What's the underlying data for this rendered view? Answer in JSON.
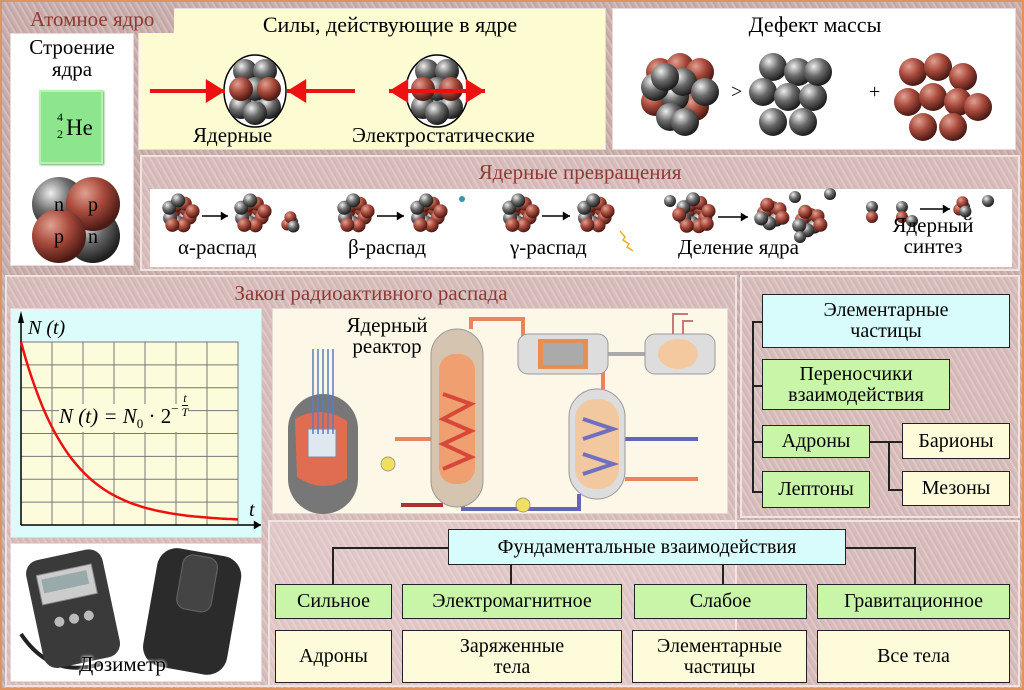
{
  "atomic_nucleus": {
    "title": "Атомное ядро",
    "structure": {
      "label": "Строение ядра",
      "element": "He",
      "mass_number": "4",
      "atomic_number": "2",
      "nucleons": [
        "n",
        "p",
        "p",
        "n"
      ]
    }
  },
  "forces": {
    "title": "Силы, действующие в ядре",
    "items": [
      {
        "label": "Ядерные"
      },
      {
        "label": "Электростатические"
      }
    ]
  },
  "mass_defect": {
    "title": "Дефект массы",
    "greater": ">",
    "plus": "+"
  },
  "transformations": {
    "title": "Ядерные превращения",
    "items": [
      {
        "label": "α-распад"
      },
      {
        "label": "β-распад"
      },
      {
        "label": "γ-распад"
      },
      {
        "label": "Деление ядра"
      },
      {
        "label": "Ядерный синтез"
      }
    ]
  },
  "decay_law": {
    "title": "Закон радиоактивного распада",
    "y_axis": "N (t)",
    "x_axis": "t",
    "formula": {
      "lhs": "N (t) = N",
      "sub": "0",
      "mid": " · 2",
      "exp_num": "t",
      "exp_den": "T",
      "exp_sign": "−"
    }
  },
  "reactor": {
    "label": "Ядерный реактор"
  },
  "dosimeter": {
    "label": "Дозиметр"
  },
  "particles": {
    "elementary": "Элементарные частицы",
    "carriers": "Переносчики взаимодействия",
    "hadrons": "Адроны",
    "leptons": "Лептоны",
    "baryons": "Барионы",
    "mesons": "Мезоны"
  },
  "fundamental": {
    "title": "Фундаментальные взаимодействия",
    "columns": [
      {
        "type": "Сильное",
        "acts_on": "Адроны"
      },
      {
        "type": "Электромагнитное",
        "acts_on": "Заряженные тела"
      },
      {
        "type": "Слабое",
        "acts_on": "Элементарные частицы"
      },
      {
        "type": "Гравитационное",
        "acts_on": "Все тела"
      }
    ]
  },
  "colors": {
    "title": "#8c3b33",
    "proton": "#a84a3c",
    "neutron": "#6a6a6a",
    "arrow": "#ee1111",
    "curve": "#ee1111",
    "green_box": "#c9f5a8",
    "cyan_box": "#d8fbfb"
  }
}
